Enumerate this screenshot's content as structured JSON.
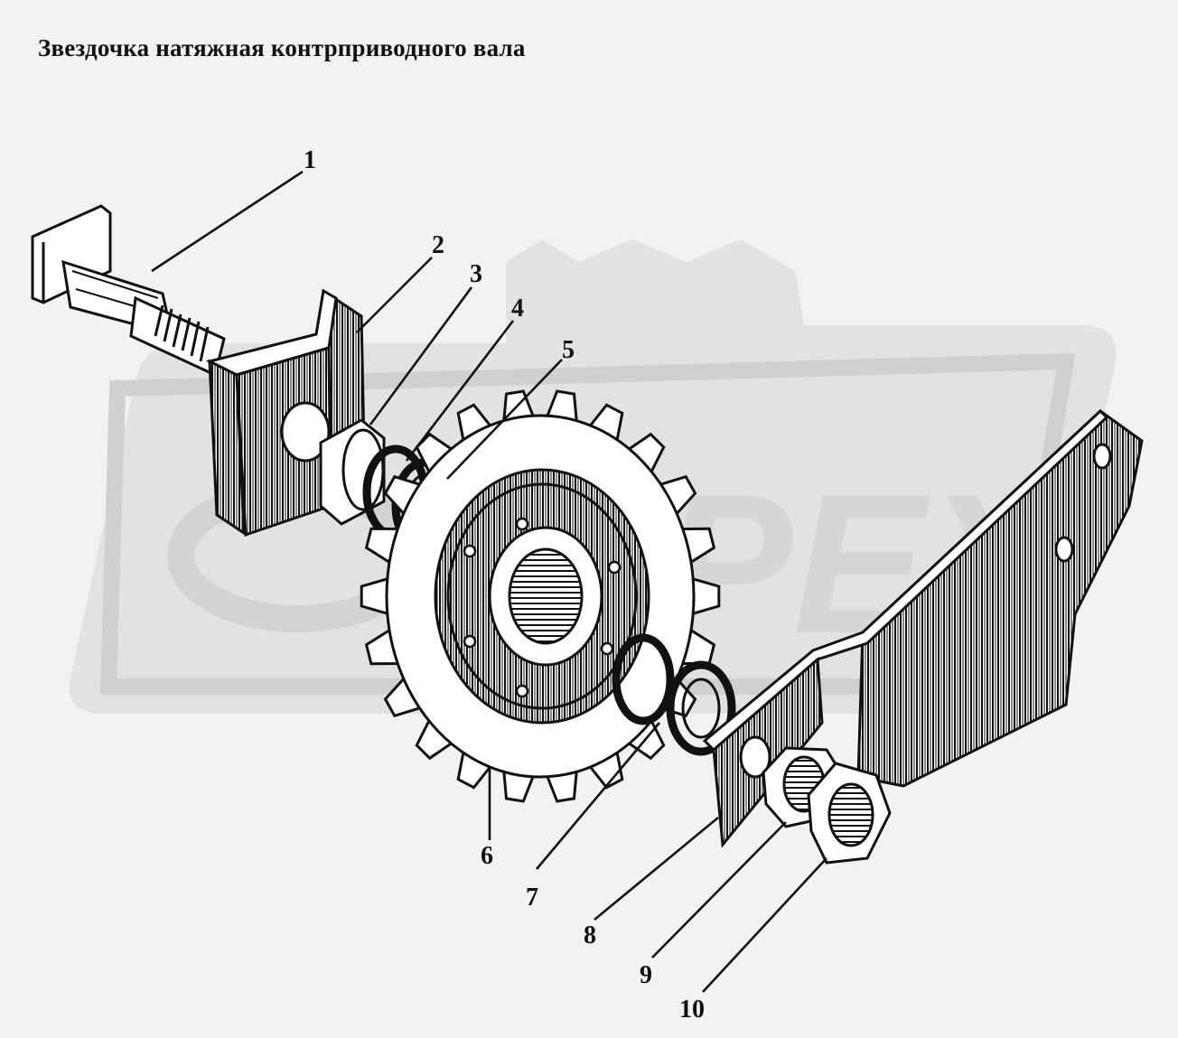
{
  "title": "Звездочка натяжная контрприводного вала",
  "watermark_text": "ОРЕХ",
  "colors": {
    "background": "#f2f2f2",
    "watermark": "#dcdcdc",
    "ink": "#111111"
  },
  "callouts": [
    {
      "id": "1",
      "label": "1"
    },
    {
      "id": "2",
      "label": "2"
    },
    {
      "id": "3",
      "label": "3"
    },
    {
      "id": "4",
      "label": "4"
    },
    {
      "id": "5",
      "label": "5"
    },
    {
      "id": "6",
      "label": "6"
    },
    {
      "id": "7",
      "label": "7"
    },
    {
      "id": "8",
      "label": "8"
    },
    {
      "id": "9",
      "label": "9"
    },
    {
      "id": "10",
      "label": "10"
    }
  ]
}
